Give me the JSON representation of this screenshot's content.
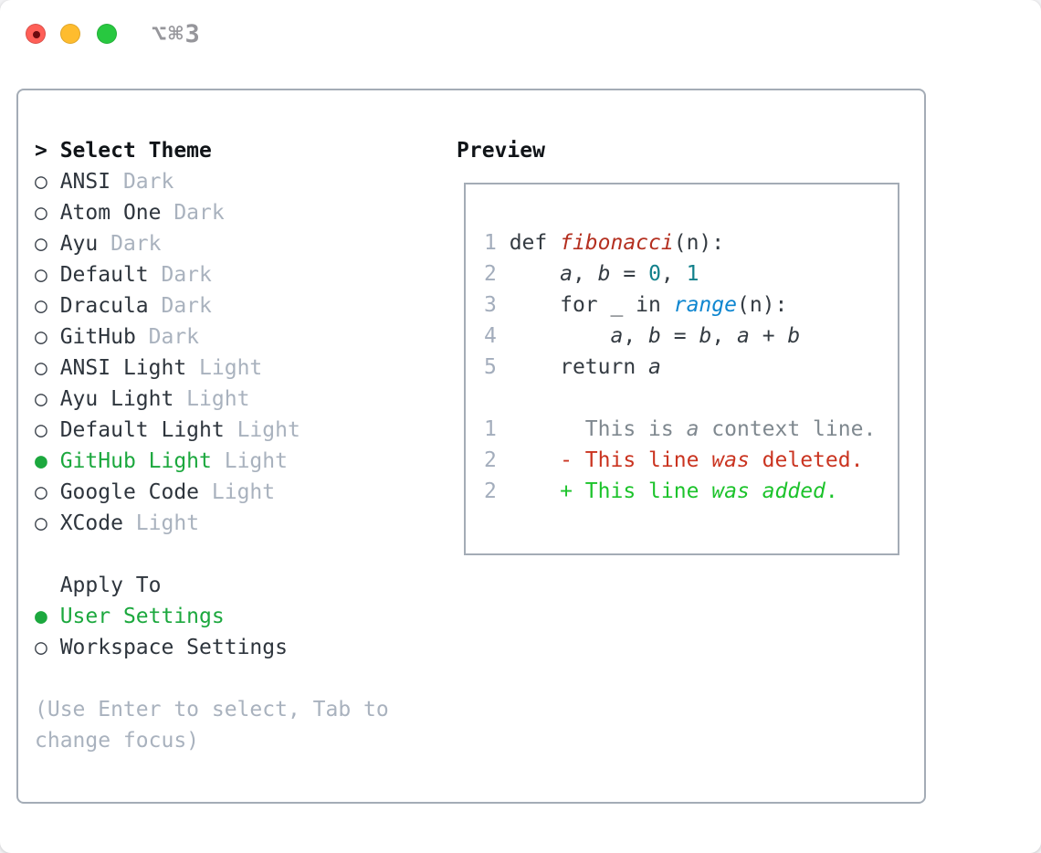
{
  "window": {
    "title": "⌥⌘3"
  },
  "glyphs": {
    "prompt": ">",
    "radio_unselected": "○",
    "radio_selected": "●"
  },
  "theme_panel": {
    "title": "Select Theme",
    "themes": [
      {
        "name": "ANSI",
        "tag": "Dark",
        "selected": false
      },
      {
        "name": "Atom One",
        "tag": "Dark",
        "selected": false
      },
      {
        "name": "Ayu",
        "tag": "Dark",
        "selected": false
      },
      {
        "name": "Default",
        "tag": "Dark",
        "selected": false
      },
      {
        "name": "Dracula",
        "tag": "Dark",
        "selected": false
      },
      {
        "name": "GitHub",
        "tag": "Dark",
        "selected": false
      },
      {
        "name": "ANSI Light",
        "tag": "Light",
        "selected": false
      },
      {
        "name": "Ayu Light",
        "tag": "Light",
        "selected": false
      },
      {
        "name": "Default Light",
        "tag": "Light",
        "selected": false
      },
      {
        "name": "GitHub Light",
        "tag": "Light",
        "selected": true
      },
      {
        "name": "Google Code",
        "tag": "Light",
        "selected": false
      },
      {
        "name": "XCode",
        "tag": "Light",
        "selected": false
      }
    ],
    "apply_to": {
      "title": "Apply To",
      "options": [
        {
          "name": "User Settings",
          "selected": true
        },
        {
          "name": "Workspace Settings",
          "selected": false
        }
      ]
    },
    "hint_lines": [
      "(Use Enter to select, Tab to",
      "change focus)"
    ]
  },
  "preview": {
    "title": "Preview",
    "lines": [
      {
        "num": "1",
        "tokens": [
          [
            "def ",
            "kw"
          ],
          [
            "fibonacci",
            "fn"
          ],
          [
            "(n):",
            "pln"
          ]
        ]
      },
      {
        "num": "2",
        "tokens": [
          [
            "    ",
            "pln"
          ],
          [
            "a",
            "var"
          ],
          [
            ", ",
            "pln"
          ],
          [
            "b",
            "var"
          ],
          [
            " = ",
            "pln"
          ],
          [
            "0",
            "num"
          ],
          [
            ", ",
            "pln"
          ],
          [
            "1",
            "num"
          ]
        ]
      },
      {
        "num": "3",
        "tokens": [
          [
            "    for _ in ",
            "kw"
          ],
          [
            "range",
            "bi"
          ],
          [
            "(n):",
            "pln"
          ]
        ]
      },
      {
        "num": "4",
        "tokens": [
          [
            "        ",
            "pln"
          ],
          [
            "a",
            "var"
          ],
          [
            ", ",
            "pln"
          ],
          [
            "b",
            "var"
          ],
          [
            " = ",
            "pln"
          ],
          [
            "b",
            "var"
          ],
          [
            ", ",
            "pln"
          ],
          [
            "a",
            "var"
          ],
          [
            " + ",
            "pln"
          ],
          [
            "b",
            "var"
          ]
        ]
      },
      {
        "num": "5",
        "tokens": [
          [
            "    return ",
            "kw"
          ],
          [
            "a",
            "var"
          ]
        ]
      },
      {
        "num": "",
        "tokens": []
      },
      {
        "num": "1",
        "tokens": [
          [
            "      This is ",
            "ctx"
          ],
          [
            "a",
            "ctxi"
          ],
          [
            " context line.",
            "ctx"
          ]
        ]
      },
      {
        "num": "2",
        "tokens": [
          [
            "    - This line ",
            "del"
          ],
          [
            "was",
            "deli"
          ],
          [
            " deleted.",
            "del"
          ]
        ]
      },
      {
        "num": "2",
        "tokens": [
          [
            "    + This line ",
            "add"
          ],
          [
            "was",
            "addi"
          ],
          [
            " ",
            "add"
          ],
          [
            "added",
            "addi"
          ],
          [
            ".",
            "add"
          ]
        ]
      }
    ]
  },
  "colors": {
    "accent_green": "#1ca83e",
    "dim_text": "#a9b2be",
    "main_text": "#2e353d",
    "heading_text": "#101418",
    "border": "#a4acb6",
    "line_number": "#a3adbc",
    "code_text": "#343b42",
    "function_red": "#b43020",
    "builtin_blue": "#0e86d0",
    "number_teal": "#12808b",
    "context_gray": "#7f888f",
    "deleted_red": "#ca3420",
    "added_green": "#1cc32b",
    "traffic_red": "#ff5f57",
    "traffic_yellow": "#febc2e",
    "traffic_green": "#28c840",
    "titlebar_text": "#96969b"
  }
}
